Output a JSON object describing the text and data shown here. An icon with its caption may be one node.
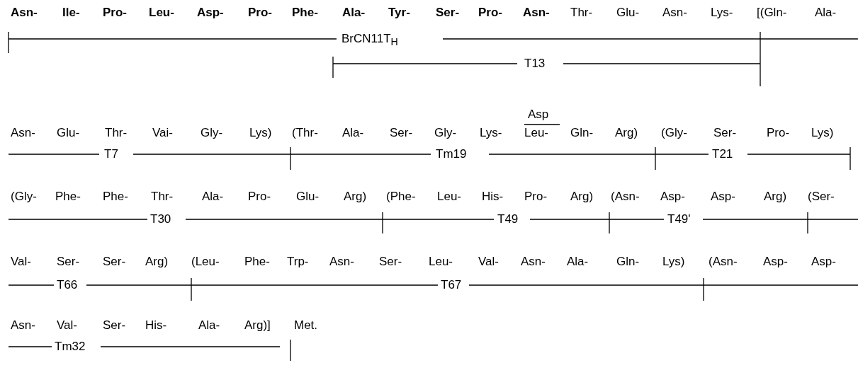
{
  "diagram": {
    "labels": [
      "Asn-",
      "Ile-",
      "Pro-",
      "Leu-",
      "Asp-",
      "Pro-",
      "Phe-",
      "Ala-",
      "Tyr-",
      "Ser-",
      "Pro-",
      "Asn-",
      "Thr-",
      "Glu-",
      "Asn-",
      "Lys-",
      "[(Gln-",
      "Ala-",
      "BrCN11T$_{H}$",
      "T13",
      "Asp",
      "Asn-",
      "Glu-",
      "Thr-",
      "Vai-",
      "Gly-",
      "Lys)",
      "(Thr-",
      "Ala-",
      "Ser-",
      "Gly-",
      "Lys-",
      "Leu-",
      "Gln-",
      "Arg)",
      "(Gly-",
      "Ser-",
      "Pro-",
      "Lys)",
      "T7",
      "Tm19",
      "T21",
      "(Gly-",
      "Phe-",
      "Phe-",
      "Thr-",
      "Ala-",
      "Pro-",
      "Glu-",
      "Arg)",
      "(Phe-",
      "Leu-",
      "His-",
      "Pro-",
      "Arg)",
      "(Asn-",
      "Asp-",
      "Asp-",
      "Arg)",
      "(Ser-",
      "T30",
      "T49",
      "T49'",
      "Val-",
      "Ser-",
      "Ser-",
      "Arg)",
      "(Leu-",
      "Phe-",
      "Trp-",
      "Asn-",
      "Ser-",
      "Leu-",
      "Val-",
      "Asn-",
      "Ala-",
      "Gln-",
      "Lys)",
      "(Asn-",
      "Asp-",
      "Asp-",
      "T66",
      "T67",
      "Asn-",
      "Val-",
      "Ser-",
      "His-",
      "Ala-",
      "Arg)]",
      "Met.",
      "Tm32"
    ]
  }
}
